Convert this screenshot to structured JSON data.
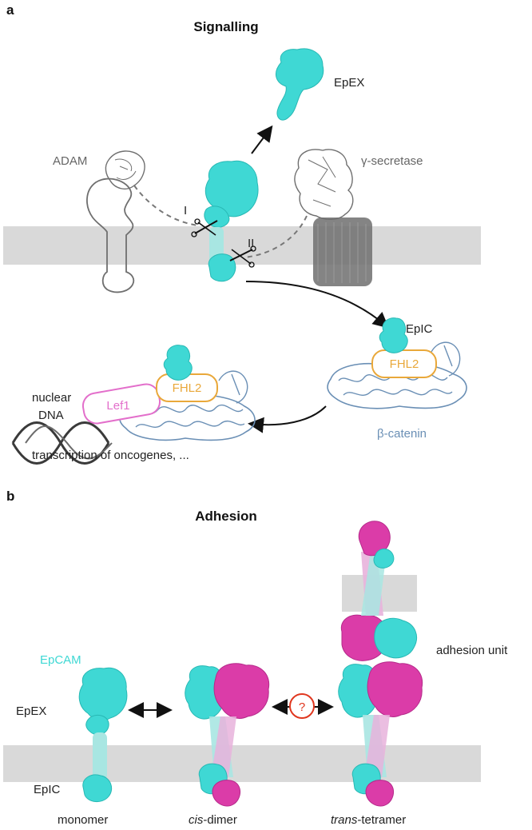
{
  "panel_a": {
    "letter": "a",
    "title": "Signalling",
    "labels": {
      "epex": "EpEX",
      "adam": "ADAM",
      "gamma_secretase": "γ-secretase",
      "cleavage_1": "I",
      "cleavage_2": "II",
      "epic": "EpIC",
      "fhl2": "FHL2",
      "lef1": "Lef1",
      "nuclear": "nuclear",
      "dna": "DNA",
      "beta_catenin": "β-catenin",
      "transcription": "transcription of oncogenes, ..."
    }
  },
  "panel_b": {
    "letter": "b",
    "title": "Adhesion",
    "labels": {
      "epcam": "EpCAM",
      "epex": "EpEX",
      "epic": "EpIC",
      "adhesion_unit": "adhesion unit",
      "question": "?",
      "monomer": "monomer",
      "cis_prefix": "cis",
      "cis_suffix": "-dimer",
      "trans_prefix": "trans",
      "trans_suffix": "-tetramer"
    }
  },
  "colors": {
    "cyan": "#3fd8d4",
    "cyan_light": "#a8e6e2",
    "magenta": "#db3ca8",
    "magenta_light": "#e8b3dc",
    "membrane": "#d9d9d9",
    "grey_protein": "#6f6f6f",
    "beta_catenin_blue": "#6a8fb5",
    "fhl2_orange": "#e9a83a",
    "lef1_pink": "#e36fcb",
    "question_red": "#e0371f"
  }
}
